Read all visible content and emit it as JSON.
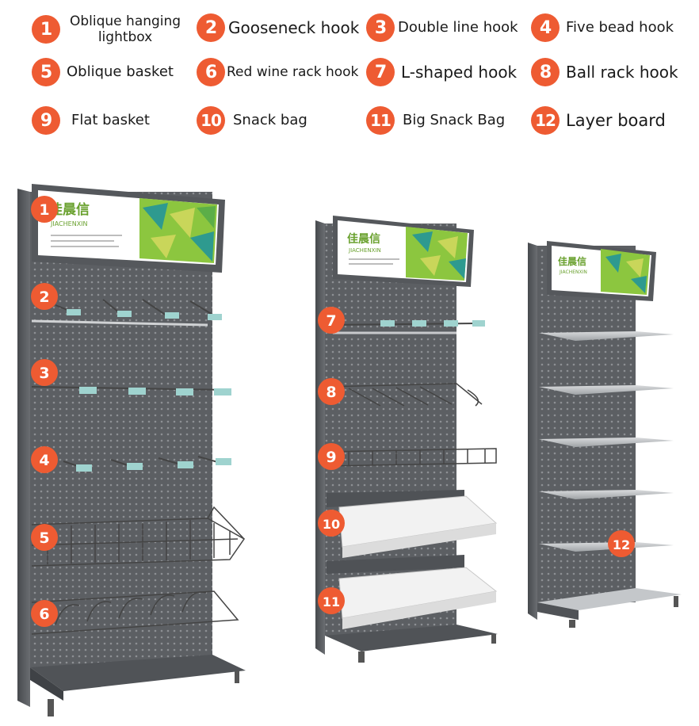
{
  "legend": [
    {
      "num": "1",
      "label": "Oblique hanging lightbox"
    },
    {
      "num": "2",
      "label": "Gooseneck hook"
    },
    {
      "num": "3",
      "label": "Double line hook"
    },
    {
      "num": "4",
      "label": "Five bead hook"
    },
    {
      "num": "5",
      "label": "Oblique basket"
    },
    {
      "num": "6",
      "label": "Red wine rack hook"
    },
    {
      "num": "7",
      "label": "L-shaped hook"
    },
    {
      "num": "8",
      "label": "Ball rack hook"
    },
    {
      "num": "9",
      "label": "Flat basket"
    },
    {
      "num": "10",
      "label": "Snack bag"
    },
    {
      "num": "11",
      "label": "Big Snack Bag"
    },
    {
      "num": "12",
      "label": "Layer board"
    }
  ],
  "legend_line1": "Oblique hanging",
  "legend_line2": "lightbox",
  "brand": {
    "cn": "佳晨信",
    "en": "JIACHENXIN"
  },
  "colors": {
    "accent": "#ee5b32",
    "rack": "#5c5f63",
    "rack_dark": "#46494d",
    "shelf": "#b9bcbf",
    "bag": "#f2f2f2",
    "leaf_green": "#8cc63f",
    "leaf_teal": "#2e9a8f",
    "leaf_yellow": "#c9d65a"
  }
}
